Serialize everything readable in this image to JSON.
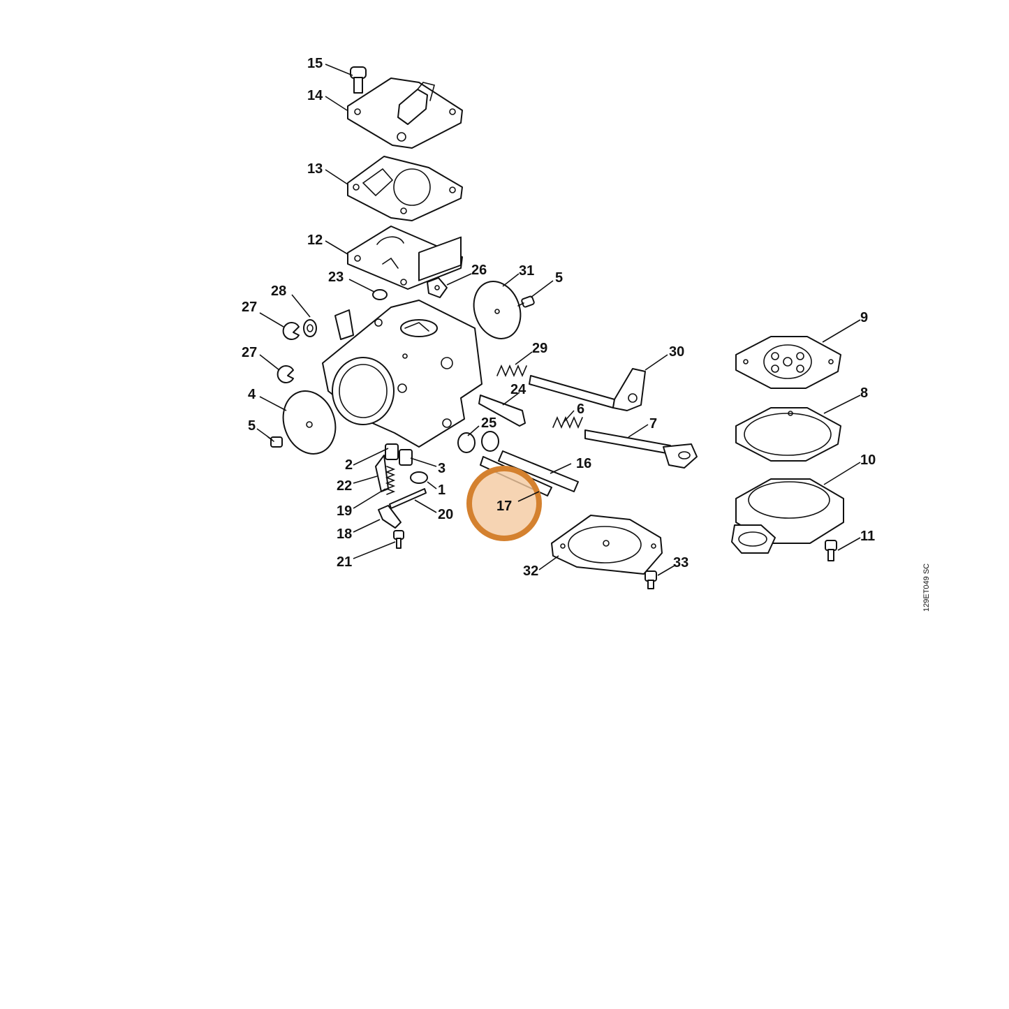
{
  "diagram": {
    "reference_code": "129ET049 SC",
    "highlight_color": "#d4812f",
    "highlighted_part": "17",
    "callouts": [
      {
        "id": "c15",
        "label": "15"
      },
      {
        "id": "c14",
        "label": "14"
      },
      {
        "id": "c13",
        "label": "13"
      },
      {
        "id": "c12",
        "label": "12"
      },
      {
        "id": "c23",
        "label": "23"
      },
      {
        "id": "c26",
        "label": "26"
      },
      {
        "id": "c31",
        "label": "31"
      },
      {
        "id": "c5a",
        "label": "5"
      },
      {
        "id": "c28",
        "label": "28"
      },
      {
        "id": "c27a",
        "label": "27"
      },
      {
        "id": "c27b",
        "label": "27"
      },
      {
        "id": "c29",
        "label": "29"
      },
      {
        "id": "c30",
        "label": "30"
      },
      {
        "id": "c24",
        "label": "24"
      },
      {
        "id": "c4",
        "label": "4"
      },
      {
        "id": "c6",
        "label": "6"
      },
      {
        "id": "c7",
        "label": "7"
      },
      {
        "id": "c5b",
        "label": "5"
      },
      {
        "id": "c25",
        "label": "25"
      },
      {
        "id": "c2",
        "label": "2"
      },
      {
        "id": "c3",
        "label": "3"
      },
      {
        "id": "c16",
        "label": "16"
      },
      {
        "id": "c22",
        "label": "22"
      },
      {
        "id": "c1",
        "label": "1"
      },
      {
        "id": "c17",
        "label": "17"
      },
      {
        "id": "c19",
        "label": "19"
      },
      {
        "id": "c20",
        "label": "20"
      },
      {
        "id": "c18",
        "label": "18"
      },
      {
        "id": "c21",
        "label": "21"
      },
      {
        "id": "c32",
        "label": "32"
      },
      {
        "id": "c33",
        "label": "33"
      },
      {
        "id": "c9",
        "label": "9"
      },
      {
        "id": "c8",
        "label": "8"
      },
      {
        "id": "c10",
        "label": "10"
      },
      {
        "id": "c11",
        "label": "11"
      }
    ]
  }
}
